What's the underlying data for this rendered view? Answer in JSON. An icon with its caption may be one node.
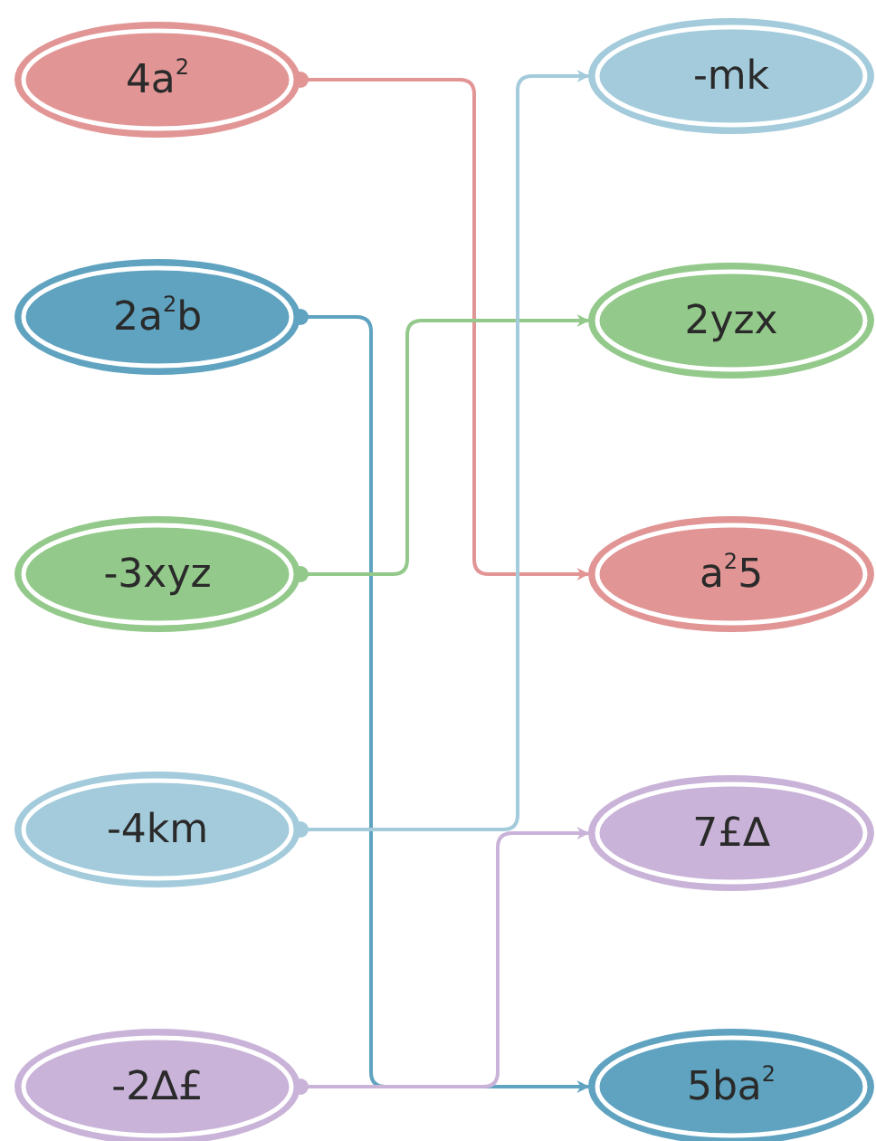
{
  "diagram": {
    "nodes": [
      {
        "text": [
          "4a$^{2}$"
        ]
      },
      {
        "text": [
          "2a$^{2}$b"
        ]
      },
      {
        "text": [
          "-3xyz"
        ]
      },
      {
        "text": [
          "-4km"
        ]
      },
      {
        "text": [
          "-2∆£"
        ]
      },
      {
        "text": [
          "-mk"
        ]
      },
      {
        "text": [
          "2yzx"
        ]
      },
      {
        "text": [
          "a$^{2}$5"
        ]
      },
      {
        "text": [
          "7£∆"
        ]
      },
      {
        "text": [
          "5ba$^{2}$"
        ]
      }
    ],
    "edges": [
      {
        "from": 0,
        "to": 7,
        "arrow": "to",
        "color": "#e29595"
      },
      {
        "from": 1,
        "to": 9,
        "arrow": "to",
        "color": "#5fa3c0"
      },
      {
        "from": 2,
        "to": 6,
        "arrow": "to",
        "color": "#93c98a"
      },
      {
        "from": 3,
        "to": 5,
        "arrow": "to",
        "color": "#a3cbdb"
      },
      {
        "from": 4,
        "to": 8,
        "arrow": "to",
        "color": "#c9b3d8"
      }
    ]
  }
}
